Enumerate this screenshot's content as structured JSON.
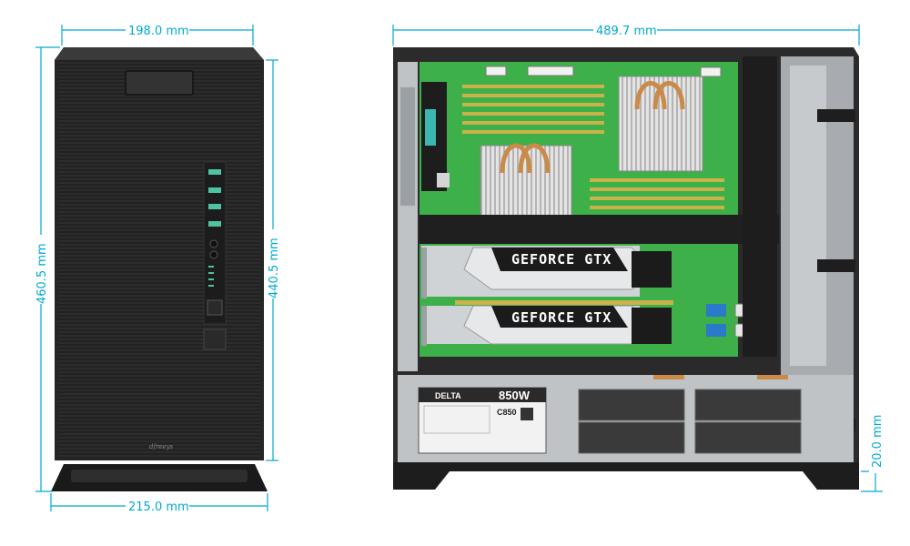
{
  "dimensions": {
    "front_width_top": "198.0 mm",
    "front_height_outer": "460.5 mm",
    "front_height_inner": "440.5 mm",
    "front_width_base": "215.0 mm",
    "side_length": "489.7 mm",
    "foot_height": "20.0 mm"
  },
  "front": {
    "brand_logo": "dfreeys"
  },
  "gpus": [
    {
      "label": "GEFORCE GTX"
    },
    {
      "label": "GEFORCE GTX"
    }
  ],
  "psu": {
    "brand": "DELTA",
    "wattage": "850W",
    "model": "C850"
  },
  "colors": {
    "dimension_line": "#00a9d4",
    "case_body": "#2a2a2a",
    "motherboard": "#3db04a",
    "ram_slot": "#c9b24a",
    "heatsink": "#d0d0d0",
    "heatpipe": "#c98a4a",
    "sata_cable": "#2a7ac9"
  }
}
